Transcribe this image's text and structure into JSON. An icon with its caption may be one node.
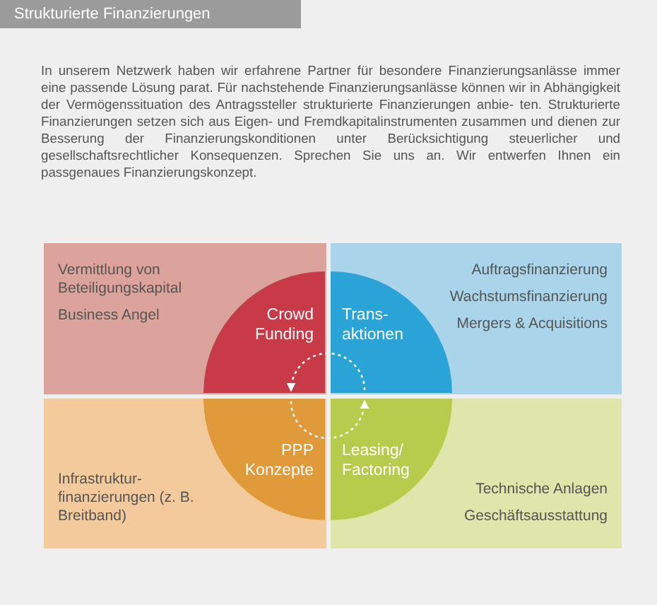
{
  "diagram": {
    "title": "Strukturierte Finanzierungen",
    "nodes": [
      {
        "text": [
          "Vermittlung von Beteiligungskapital",
          "Business Angel"
        ]
      },
      {
        "text": [
          "Crowd Funding"
        ],
        "in": 0
      },
      {
        "text": [
          "Auftragsfinanzierung",
          "Wachstumsfinanzierung",
          "Mergers & Acquisitions"
        ]
      },
      {
        "text": [
          "Trans- aktionen"
        ],
        "in": 2
      },
      {
        "text": [
          "Infrastruktur- finanzierungen (z. B. Breitband)"
        ]
      },
      {
        "text": [
          "PPP Konzepte"
        ],
        "in": 4
      },
      {
        "text": [
          "Technische Anlagen",
          "Geschäftsausstattung"
        ]
      },
      {
        "text": [
          "Leasing/ Factoring"
        ],
        "in": 6
      }
    ],
    "edges": [
      {
        "from": 3,
        "to": 1,
        "arrow": "to",
        "style": "dashed",
        "color": "#ffffff"
      },
      {
        "from": 5,
        "to": 7,
        "arrow": "to",
        "style": "dashed",
        "color": "#ffffff"
      }
    ],
    "labels": [
      "In unserem Netzwerk haben wir erfahrene Partner für besondere Finanzierungsanlässe immer eine passende Lösung parat. Für nachstehende Finanzierungsanlässe können wir in Abhängigkeit der Vermögenssituation des Antragssteller strukturierte Finanzierungen anbie- ten. Strukturierte Finanzierungen setzen sich aus Eigen- und Fremdkapitalinstrumenten zusammen und dienen zur Besserung der Finanzierungskonditionen unter Berücksichtigung steuerlicher und gesellschaftsrechtlicher Konsequenzen. Sprechen Sie uns an. Wir entwerfen Ihnen ein passgenaues Finanzierungskonzept."
    ]
  }
}
